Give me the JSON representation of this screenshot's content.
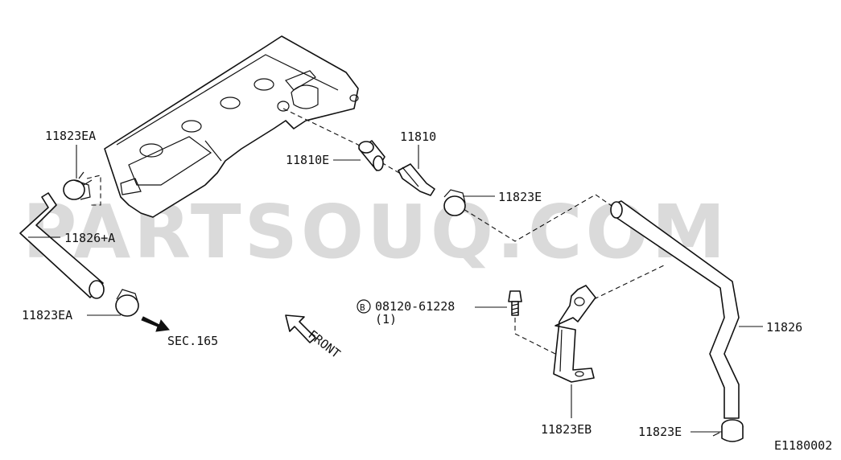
{
  "labels": {
    "p11823EA_top": "11823EA",
    "p11826A": "11826+A",
    "p11823EA_bottom": "11823EA",
    "sec165": "SEC.165",
    "front": "FRONT",
    "p11810E": "11810E",
    "p11810": "11810",
    "p11823E_top": "11823E",
    "bolt_code": "B",
    "bolt_part": "08120-61228",
    "bolt_qty": "(1)",
    "p11826": "11826",
    "p11823EB": "11823EB",
    "p11823E_bottom": "11823E",
    "diagram_id": "E1180002"
  },
  "watermark": "PARTSOUQ.COM",
  "colors": {
    "line": "#111111",
    "watermark": "#bdbdbd",
    "background": "#ffffff"
  }
}
